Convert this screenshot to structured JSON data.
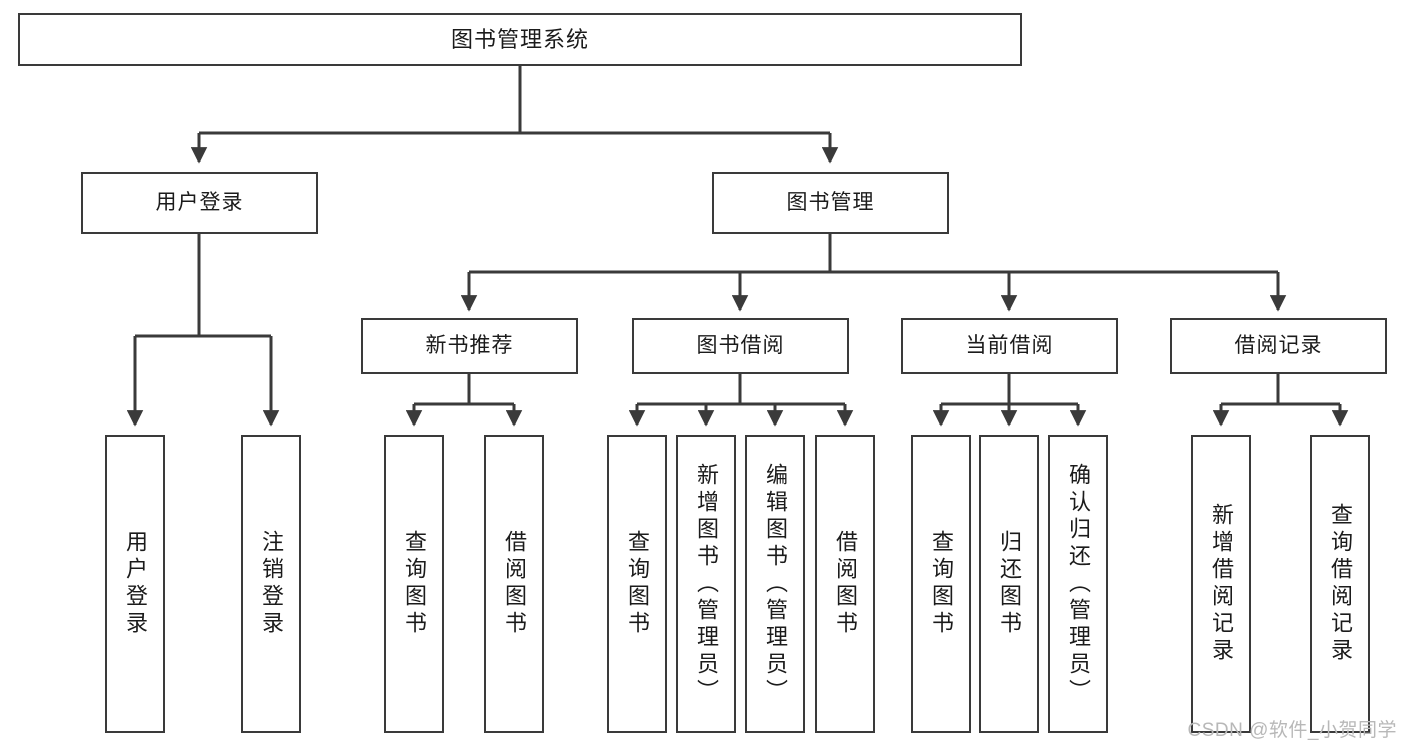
{
  "diagram": {
    "type": "tree-hierarchy-chart",
    "title": "图书管理系统",
    "root": {
      "label": "图书管理系统"
    },
    "level2": [
      {
        "label": "用户登录"
      },
      {
        "label": "图书管理"
      }
    ],
    "level3": [
      {
        "label": "新书推荐"
      },
      {
        "label": "图书借阅"
      },
      {
        "label": "当前借阅"
      },
      {
        "label": "借阅记录"
      }
    ],
    "leaves": [
      {
        "label": "用户登录",
        "parent": "用户登录"
      },
      {
        "label": "注销登录",
        "parent": "用户登录"
      },
      {
        "label": "查询图书",
        "parent": "新书推荐"
      },
      {
        "label": "借阅图书",
        "parent": "新书推荐"
      },
      {
        "label": "查询图书",
        "parent": "图书借阅"
      },
      {
        "label": "新增图书（管理员）",
        "parent": "图书借阅"
      },
      {
        "label": "编辑图书（管理员）",
        "parent": "图书借阅"
      },
      {
        "label": "借阅图书",
        "parent": "图书借阅"
      },
      {
        "label": "查询图书",
        "parent": "当前借阅"
      },
      {
        "label": "归还图书",
        "parent": "当前借阅"
      },
      {
        "label": "确认归还（管理员）",
        "parent": "当前借阅"
      },
      {
        "label": "新增借阅记录",
        "parent": "借阅记录"
      },
      {
        "label": "查询借阅记录",
        "parent": "借阅记录"
      }
    ]
  },
  "watermark": {
    "text": "CSDN @软件_小贺同学"
  },
  "colors": {
    "stroke": "#3a3a3a",
    "background": "#ffffff",
    "text": "#1b1b1b",
    "watermark": "#b8b8b8"
  }
}
